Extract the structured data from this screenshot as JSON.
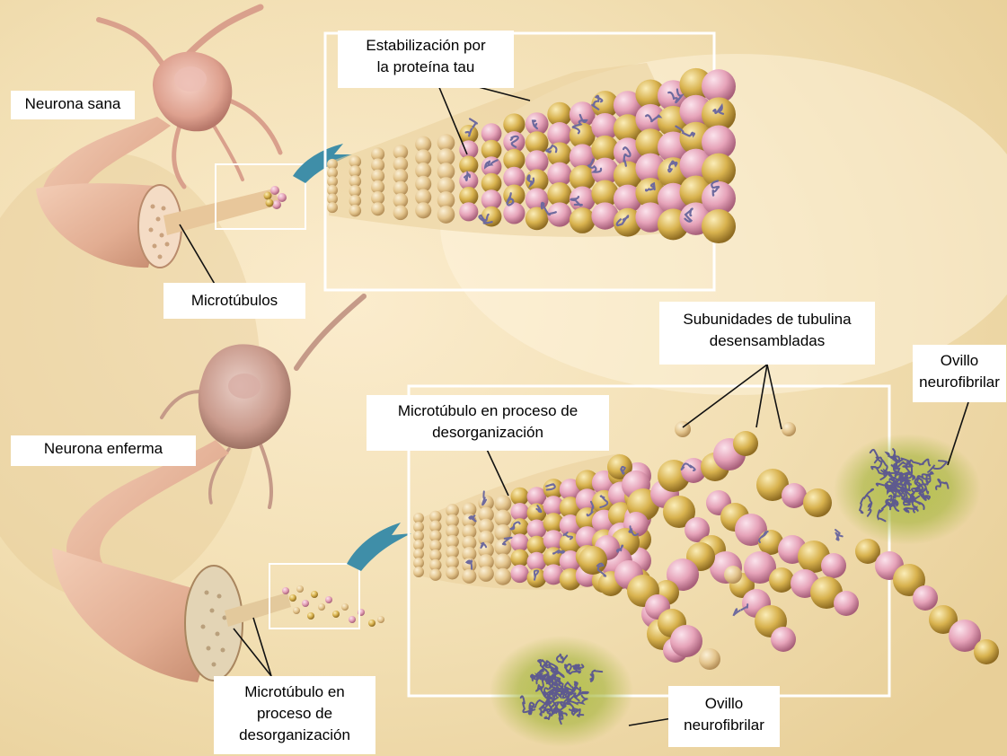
{
  "labels": {
    "healthy_neuron": "Neurona sana",
    "microtubules": "Microtúbulos",
    "tau_stabilization": "Estabilización por\nla proteína tau",
    "sick_neuron": "Neurona enferma",
    "disorg_microtubule_top": "Microtúbulo en proceso de\ndesorganización",
    "disassembled_subunits": "Subunidades de tubulina\ndesensambladas",
    "tangle_right": "Ovillo\nneurofibrilar",
    "disorg_microtubule_bottom": "Microtúbulo en\nproceso de\ndesorganización",
    "tangle_bottom": "Ovillo\nneurofibrilar"
  },
  "colors": {
    "background": "#f0dcae",
    "axon": "#e7b79c",
    "tubulin_pink": "#e6a3b9",
    "tubulin_gold": "#d8b24e",
    "tau_protein": "#6e6a9e",
    "tangle_glow": "#b6c44c",
    "arrow": "#3f8ea8",
    "frame": "#ffffff"
  }
}
